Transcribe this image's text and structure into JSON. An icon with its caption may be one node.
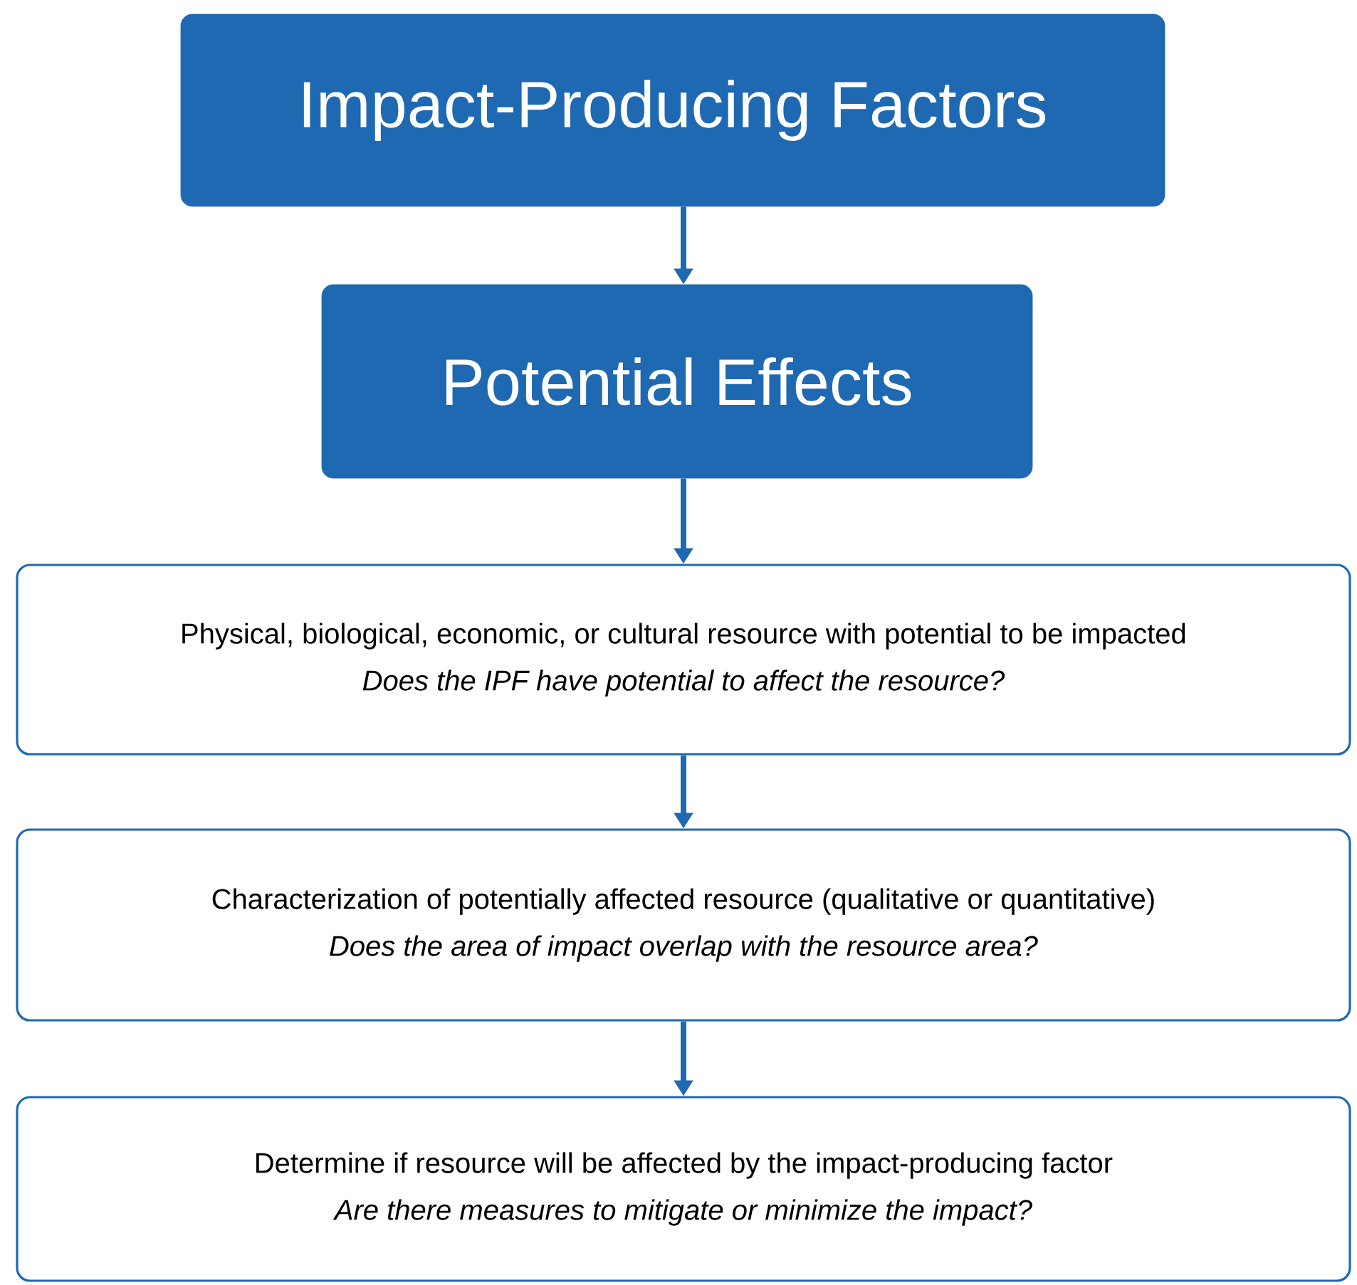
{
  "diagram": {
    "nodes": [
      {
        "text": [
          "Impact-Producing Factors"
        ]
      },
      {
        "text": [
          "Potential Effects"
        ]
      },
      {
        "text": [
          "Physical, biological, economic, or cultural resource with potential to be impacted",
          "Does the IPF have potential to affect the resource?"
        ]
      },
      {
        "text": [
          "Characterization of potentially affected resource (qualitative or quantitative)",
          "Does the area of impact overlap with the resource area?"
        ]
      },
      {
        "text": [
          "Determine if resource will be affected by the impact-producing factor",
          "Are there measures to mitigate or minimize the impact?"
        ]
      }
    ],
    "edges": [
      {
        "from": 0,
        "to": 1,
        "arrow": "to"
      },
      {
        "from": 1,
        "to": 2,
        "arrow": "to"
      },
      {
        "from": 2,
        "to": 3,
        "arrow": "to"
      },
      {
        "from": 3,
        "to": 4,
        "arrow": "to"
      }
    ]
  }
}
